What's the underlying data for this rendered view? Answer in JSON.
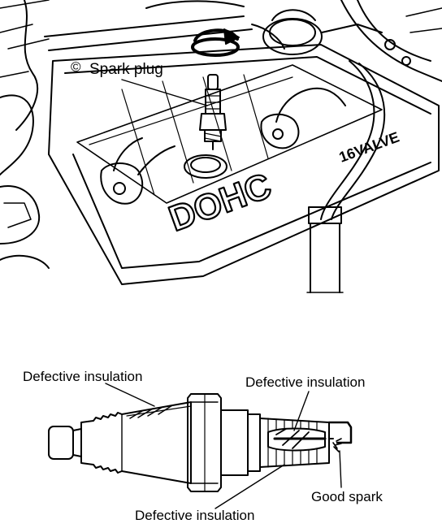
{
  "engine_figure": {
    "copyright_mark": "©",
    "spark_plug_label": "Spark plug",
    "cover_lettering": "DOHC",
    "cover_badge": "16VALVE"
  },
  "plug_figure": {
    "label_insulation_top_left": "Defective insulation",
    "label_insulation_top_right": "Defective insulation",
    "label_good_spark": "Good spark",
    "label_insulation_bottom": "Defective insulation"
  },
  "colors": {
    "ink": "#000000",
    "paper": "#ffffff"
  }
}
